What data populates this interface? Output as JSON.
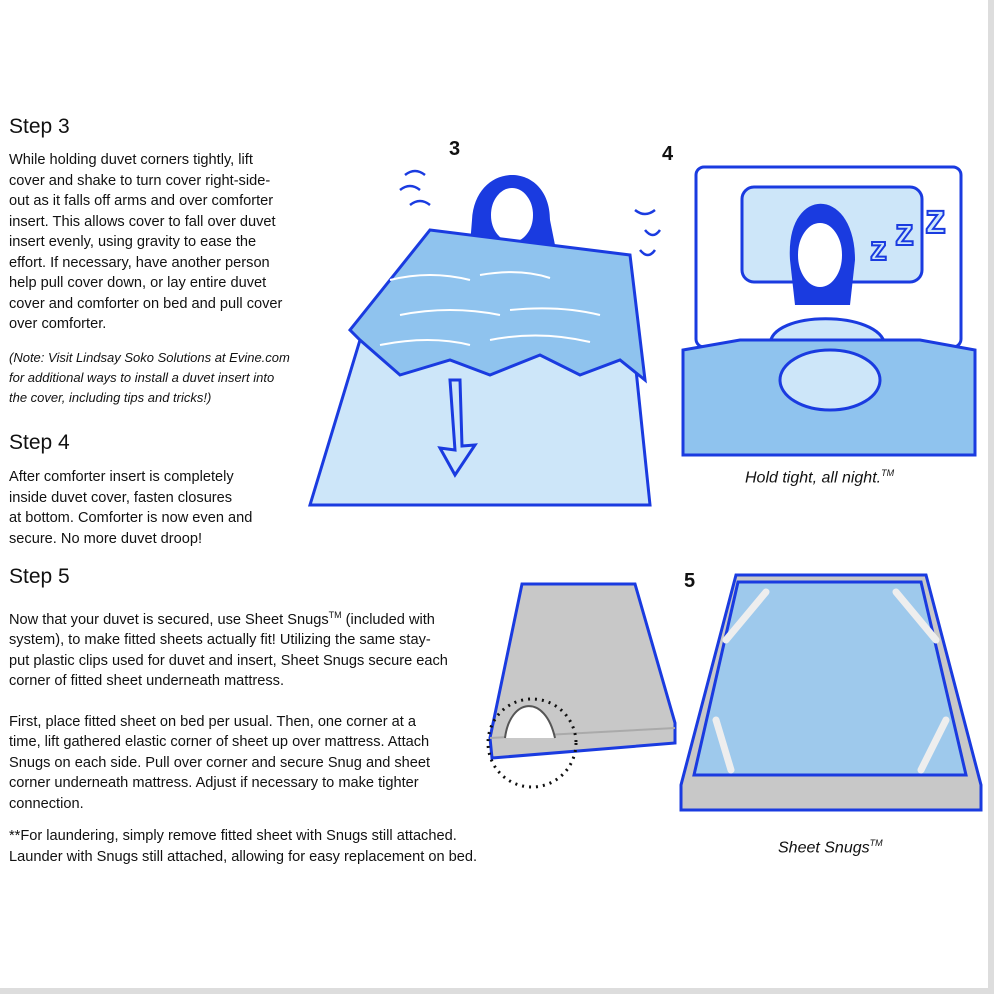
{
  "step3": {
    "heading": "Step 3",
    "lines": [
      "While holding duvet corners tightly, lift",
      "cover and shake to turn cover right-side-",
      "out as it falls off arms and over comforter",
      "insert.   This allows cover to fall over duvet",
      "insert evenly, using gravity to ease the",
      "effort.  If necessary, have another person",
      "help pull cover down, or lay entire duvet",
      "cover and comforter on bed and pull cover",
      "over comforter."
    ],
    "note_lines": [
      "(Note: Visit Lindsay Soko Solutions at Evine.com",
      "for additional ways to install a duvet insert into",
      "the cover, including tips and tricks!)"
    ]
  },
  "step4": {
    "heading": "Step 4",
    "lines": [
      "After comforter insert is completely",
      "inside duvet cover, fasten closures",
      "at bottom.   Comforter is now even and",
      "secure.  No more duvet droop!"
    ]
  },
  "step5": {
    "heading": "Step 5",
    "para1_line1": "Now that your duvet is secured, use Sheet Snugs",
    "para1_line1_tm": "TM",
    "para1_line1_end": " (included with",
    "para1_lines": [
      "system), to make fitted sheets actually fit!  Utilizing the same stay-",
      "put plastic clips used for duvet and insert, Sheet Snugs secure each",
      "corner of fitted sheet underneath mattress."
    ],
    "para2_lines": [
      "First, place fitted sheet on bed per usual.  Then, one corner at a",
      "time, lift gathered elastic corner of sheet up over mattress.   Attach",
      "Snugs on each side.  Pull over corner and secure Snug and sheet",
      "corner underneath mattress.  Adjust if necessary to make tighter",
      "connection."
    ],
    "para3_lines": [
      "**For laundering, simply remove  fitted sheet with Snugs still attached.",
      "Launder with Snugs still attached, allowing for easy replacement on bed."
    ]
  },
  "figures": {
    "fig3_number": "3",
    "fig4_number": "4",
    "fig5_number": "5",
    "fig4_caption": "Hold tight, all night.",
    "fig4_caption_tm": "TM",
    "fig5_caption": "Sheet Snugs",
    "fig5_caption_tm": "TM"
  },
  "colors": {
    "accent_blue": "#1a3be0",
    "light_blue": "#cde6f9",
    "mid_blue": "#8fc3ee",
    "gray": "#c8c8c8"
  }
}
